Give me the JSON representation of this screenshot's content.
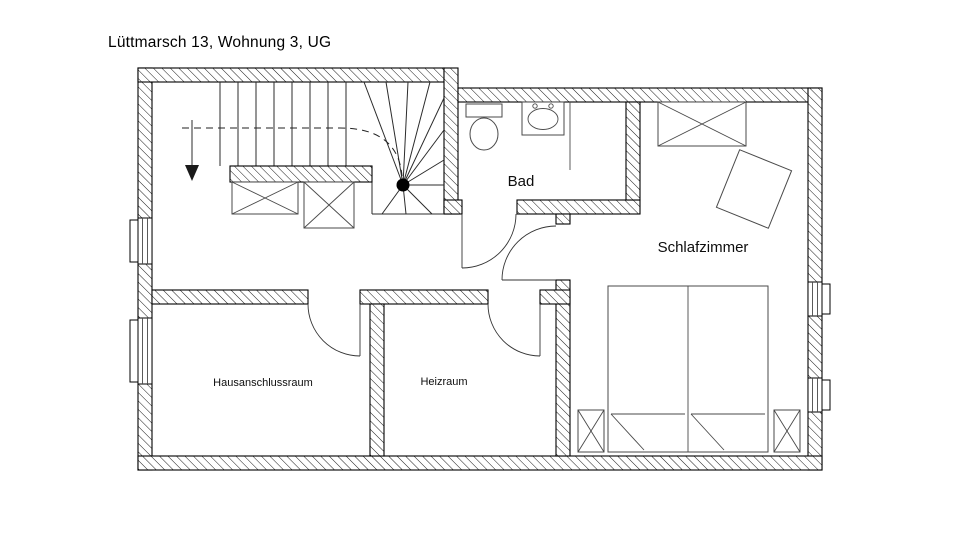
{
  "title": "Lüttmarsch 13, Wohnung 3, UG",
  "rooms": {
    "bad": {
      "label": "Bad"
    },
    "schlafzimmer": {
      "label": "Schlafzimmer"
    },
    "hausanschlussraum": {
      "label": "Hausanschlussraum"
    },
    "heizraum": {
      "label": "Heizraum"
    }
  },
  "drawing": {
    "line_color": "#000000",
    "furniture_line_color": "#4a4a4a",
    "background": "#ffffff",
    "wall_style": "diagonal-hatch"
  }
}
